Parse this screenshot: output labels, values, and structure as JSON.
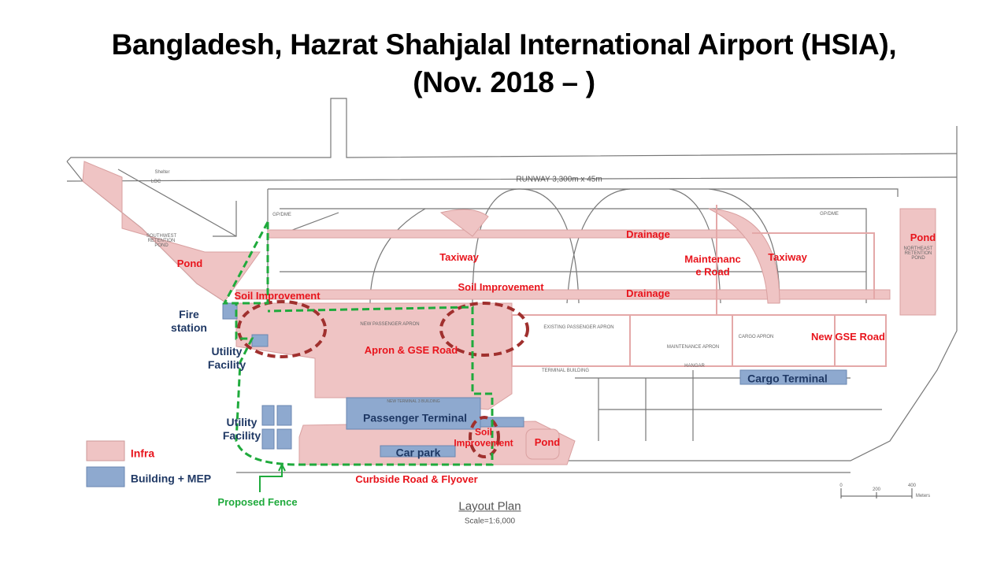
{
  "title": {
    "line1": "Bangladesh, Hazrat Shahjalal International Airport (HSIA),",
    "line2": "(Nov. 2018 – )"
  },
  "map": {
    "labels_red": {
      "pond_sw": "Pond",
      "taxiway_1": "Taxiway",
      "drainage_top": "Drainage",
      "maintenance_road": "Maintenanc\ne Road",
      "taxiway_2": "Taxiway",
      "pond_ne": "Pond",
      "soil_1": "Soil Improvement",
      "soil_2": "Soil Improvement",
      "drainage_bottom": "Drainage",
      "apron_gse": "Apron & GSE Road",
      "new_gse": "New GSE Road",
      "soil_3": "Soil\nImprovement",
      "pond_s": "Pond",
      "curbside": "Curbside Road & Flyover"
    },
    "labels_navy": {
      "fire_station": "Fire\nstation",
      "utility_1": "Utility\nFacility",
      "cargo_terminal": "Cargo Terminal",
      "passenger_terminal": "Passenger Terminal",
      "utility_2": "Utility\nFacility",
      "car_park": "Car park"
    },
    "fence_label": "Proposed Fence",
    "runway": "RUNWAY  3,300m x 45m",
    "small": {
      "existing_apron": "EXISTING PASSENGER APRON",
      "terminal_building": "TERMINAL BUILDING",
      "cargo_apron": "CARGO APRON",
      "maintenance_apron": "MAINTENANCE APRON",
      "hangar": "HANGAR",
      "new_apron": "NEW PASSENGER APRON",
      "sw_pond": "SOUTHWEST\nRETENTION\nPOND",
      "ne_pond": "NORTHEAST\nRETENTION\nPOND",
      "shelter": "Shelter",
      "loc": "LOC",
      "gpdme_1": "GP/DME",
      "gpdme_2": "GP/DME",
      "new_terminal": "NEW TERMINAL 3 BUILDING"
    },
    "layout_plan": "Layout Plan",
    "scale": "Scale=1:6,000",
    "scale_bar": {
      "ticks": [
        "0",
        "200",
        "400"
      ],
      "unit": "Meters"
    }
  },
  "legend": [
    {
      "label": "Infra",
      "color": "#efc4c4"
    },
    {
      "label": "Building + MEP",
      "color": "#8ea9cf"
    }
  ],
  "colors": {
    "infra": "#efc4c4",
    "building": "#8ea9cf",
    "fence": "#1faa3c",
    "soil": "#a0302e"
  }
}
